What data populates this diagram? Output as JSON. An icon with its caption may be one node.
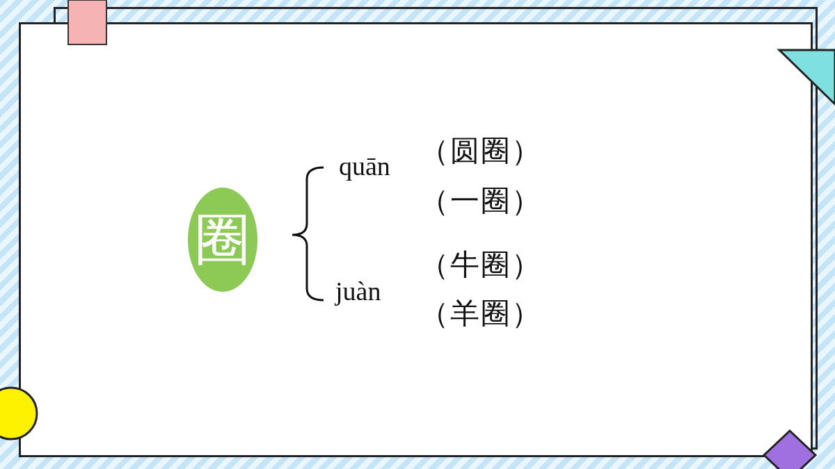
{
  "diagram": {
    "nodes": [
      {
        "text": [
          "圈"
        ]
      }
    ],
    "edges": [],
    "labels": [
      "quān",
      "（圆圈）",
      "（一圈）",
      "juàn",
      "（牛圈）",
      "（羊圈）"
    ]
  }
}
